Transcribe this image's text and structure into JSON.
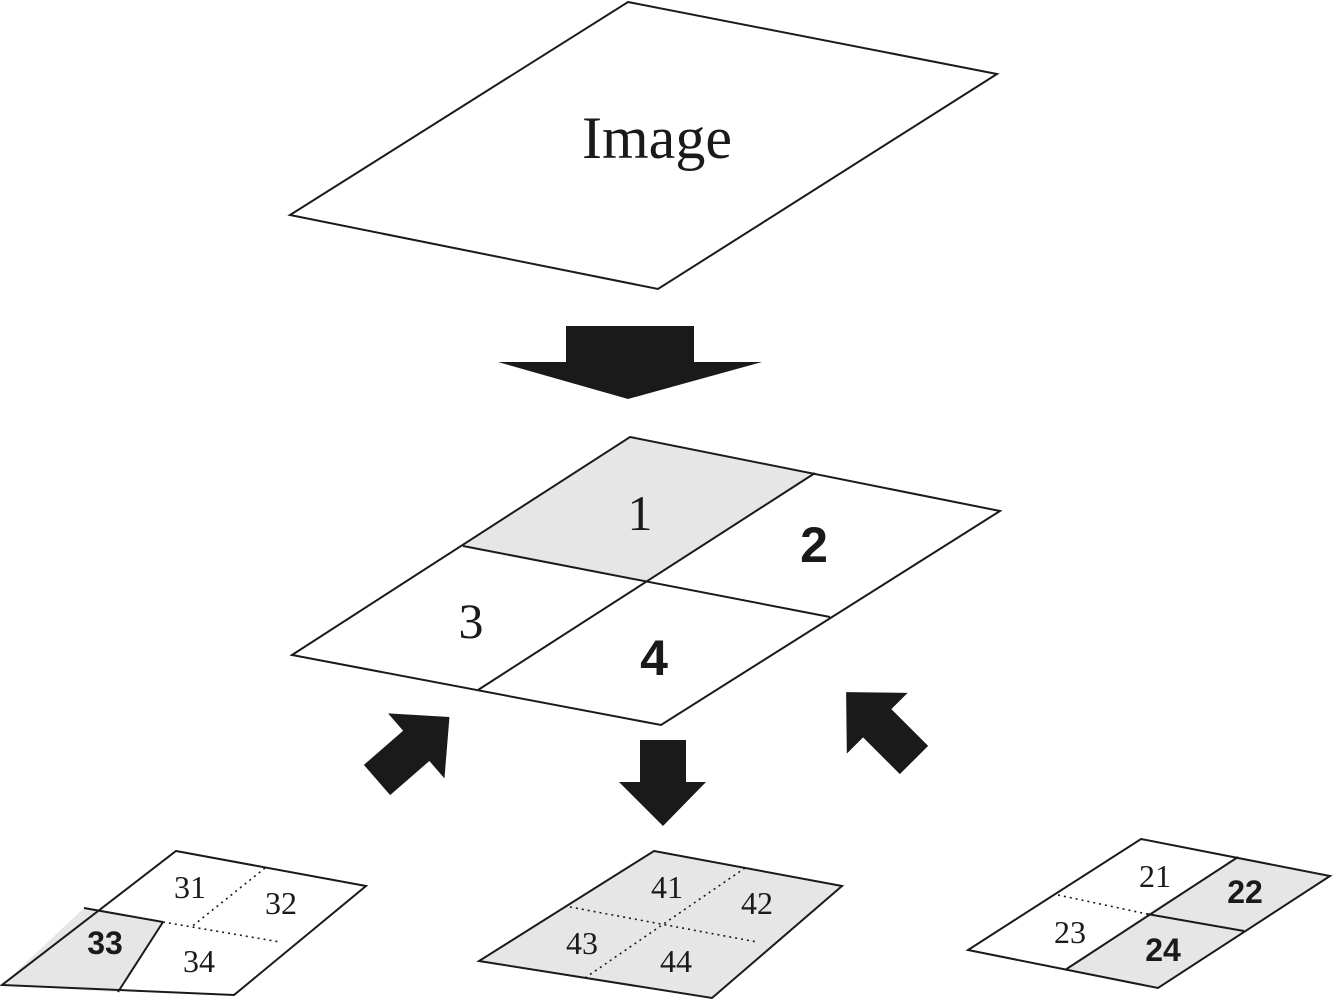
{
  "top": {
    "label": "Image"
  },
  "quad": {
    "cells": [
      {
        "label": "1",
        "shaded": true,
        "bold": false
      },
      {
        "label": "2",
        "shaded": false,
        "bold": true
      },
      {
        "label": "3",
        "shaded": false,
        "bold": false
      },
      {
        "label": "4",
        "shaded": false,
        "bold": true
      }
    ]
  },
  "sub_left": {
    "cells": [
      {
        "label": "31",
        "shaded": false,
        "bold": false
      },
      {
        "label": "32",
        "shaded": false,
        "bold": false
      },
      {
        "label": "33",
        "shaded": true,
        "bold": true
      },
      {
        "label": "34",
        "shaded": false,
        "bold": false
      }
    ]
  },
  "sub_center": {
    "cells": [
      {
        "label": "41",
        "shaded": true,
        "bold": false
      },
      {
        "label": "42",
        "shaded": true,
        "bold": false
      },
      {
        "label": "43",
        "shaded": true,
        "bold": false
      },
      {
        "label": "44",
        "shaded": true,
        "bold": false
      }
    ]
  },
  "sub_right": {
    "cells": [
      {
        "label": "21",
        "shaded": false,
        "bold": false
      },
      {
        "label": "22",
        "shaded": true,
        "bold": true
      },
      {
        "label": "23",
        "shaded": false,
        "bold": false
      },
      {
        "label": "24",
        "shaded": true,
        "bold": true
      }
    ]
  },
  "colors": {
    "stroke": "#1a1a1a",
    "shade": "#e6e6e6",
    "background": "#ffffff"
  }
}
